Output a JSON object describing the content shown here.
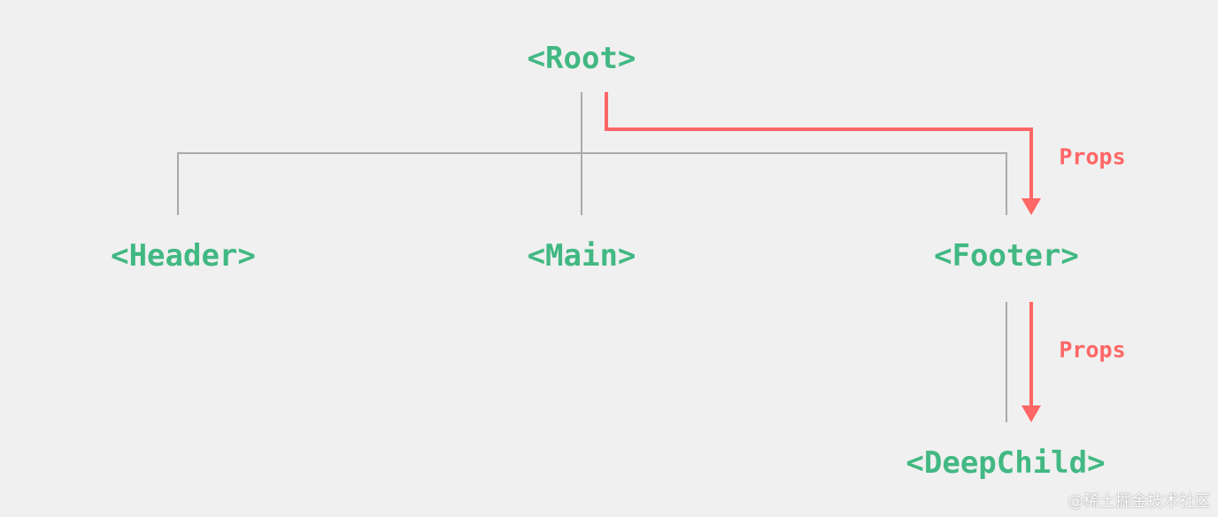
{
  "colors": {
    "background": "#f0f0f0",
    "component": "#42b883",
    "props": "#ff6666",
    "tree_line": "#aaaaaa"
  },
  "nodes": {
    "root": "<Root>",
    "header": "<Header>",
    "main": "<Main>",
    "footer": "<Footer>",
    "deep_child": "<DeepChild>"
  },
  "arrows": {
    "root_to_footer": "Props",
    "footer_to_deep_child": "Props"
  },
  "watermark": "@稀土掘金技术社区"
}
